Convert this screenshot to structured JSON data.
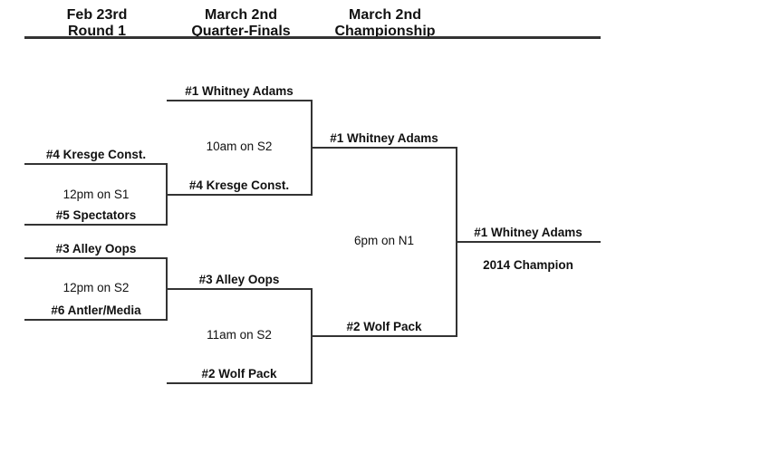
{
  "header": {
    "columns": [
      {
        "date": "Feb 23rd",
        "round": "Round 1"
      },
      {
        "date": "March 2nd",
        "round": "Quarter-Finals"
      },
      {
        "date": "March 2nd",
        "round": "Championship"
      }
    ]
  },
  "bracket": {
    "round1": {
      "match1": {
        "top_team": "#4 Kresge Const.",
        "time": "12pm on S1",
        "bottom_team": "#5 Spectators"
      },
      "match2": {
        "top_team": "#3 Alley Oops",
        "time": "12pm on S2",
        "bottom_team": "#6 Antler/Media"
      }
    },
    "quarterfinals": {
      "match1": {
        "top_team": "#1 Whitney Adams",
        "time": "10am on S2",
        "bottom_team": "#4 Kresge Const."
      },
      "match2": {
        "top_team": "#3 Alley Oops",
        "time": "11am on S2",
        "bottom_team": "#2 Wolf Pack"
      }
    },
    "championship": {
      "top_team": "#1 Whitney Adams",
      "time": "6pm on N1",
      "bottom_team": "#2 Wolf Pack"
    },
    "winner": {
      "team": "#1 Whitney Adams",
      "title": "2014 Champion"
    }
  }
}
